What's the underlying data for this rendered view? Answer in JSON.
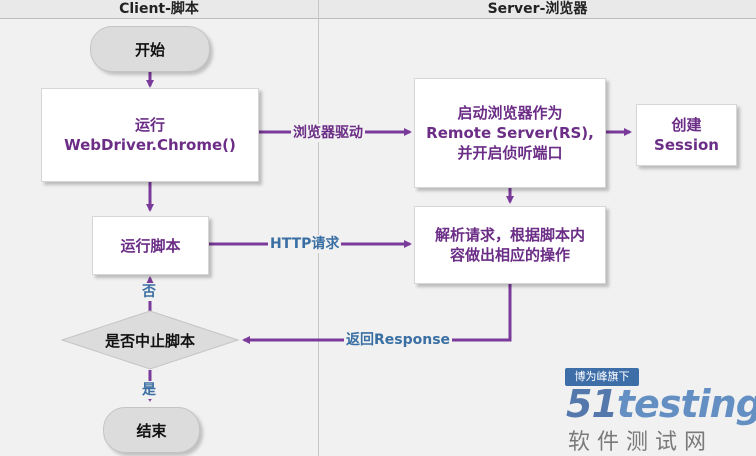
{
  "lanes": {
    "client": "Client-脚本",
    "server": "Server-浏览器"
  },
  "nodes": {
    "start": "开始",
    "run_webdriver": "运行\nWebDriver.Chrome()",
    "run_script": "运行脚本",
    "decision": "是否中止脚本",
    "end": "结束",
    "start_browser": "启动浏览器作为\nRemote Server(RS),\n并开启侦听端口",
    "create_session": "创建\nSession",
    "parse_request": "解析请求，根据脚本内\n容做出相应的操作"
  },
  "edges": {
    "browser_driver": "浏览器驱动",
    "http_request": "HTTP请求",
    "return_response": "返回Response",
    "no": "否",
    "yes": "是"
  },
  "watermark": {
    "badge": "博为峰旗下",
    "logo_num": "51",
    "logo_text": "testing",
    "subtitle": "软件测试网"
  }
}
